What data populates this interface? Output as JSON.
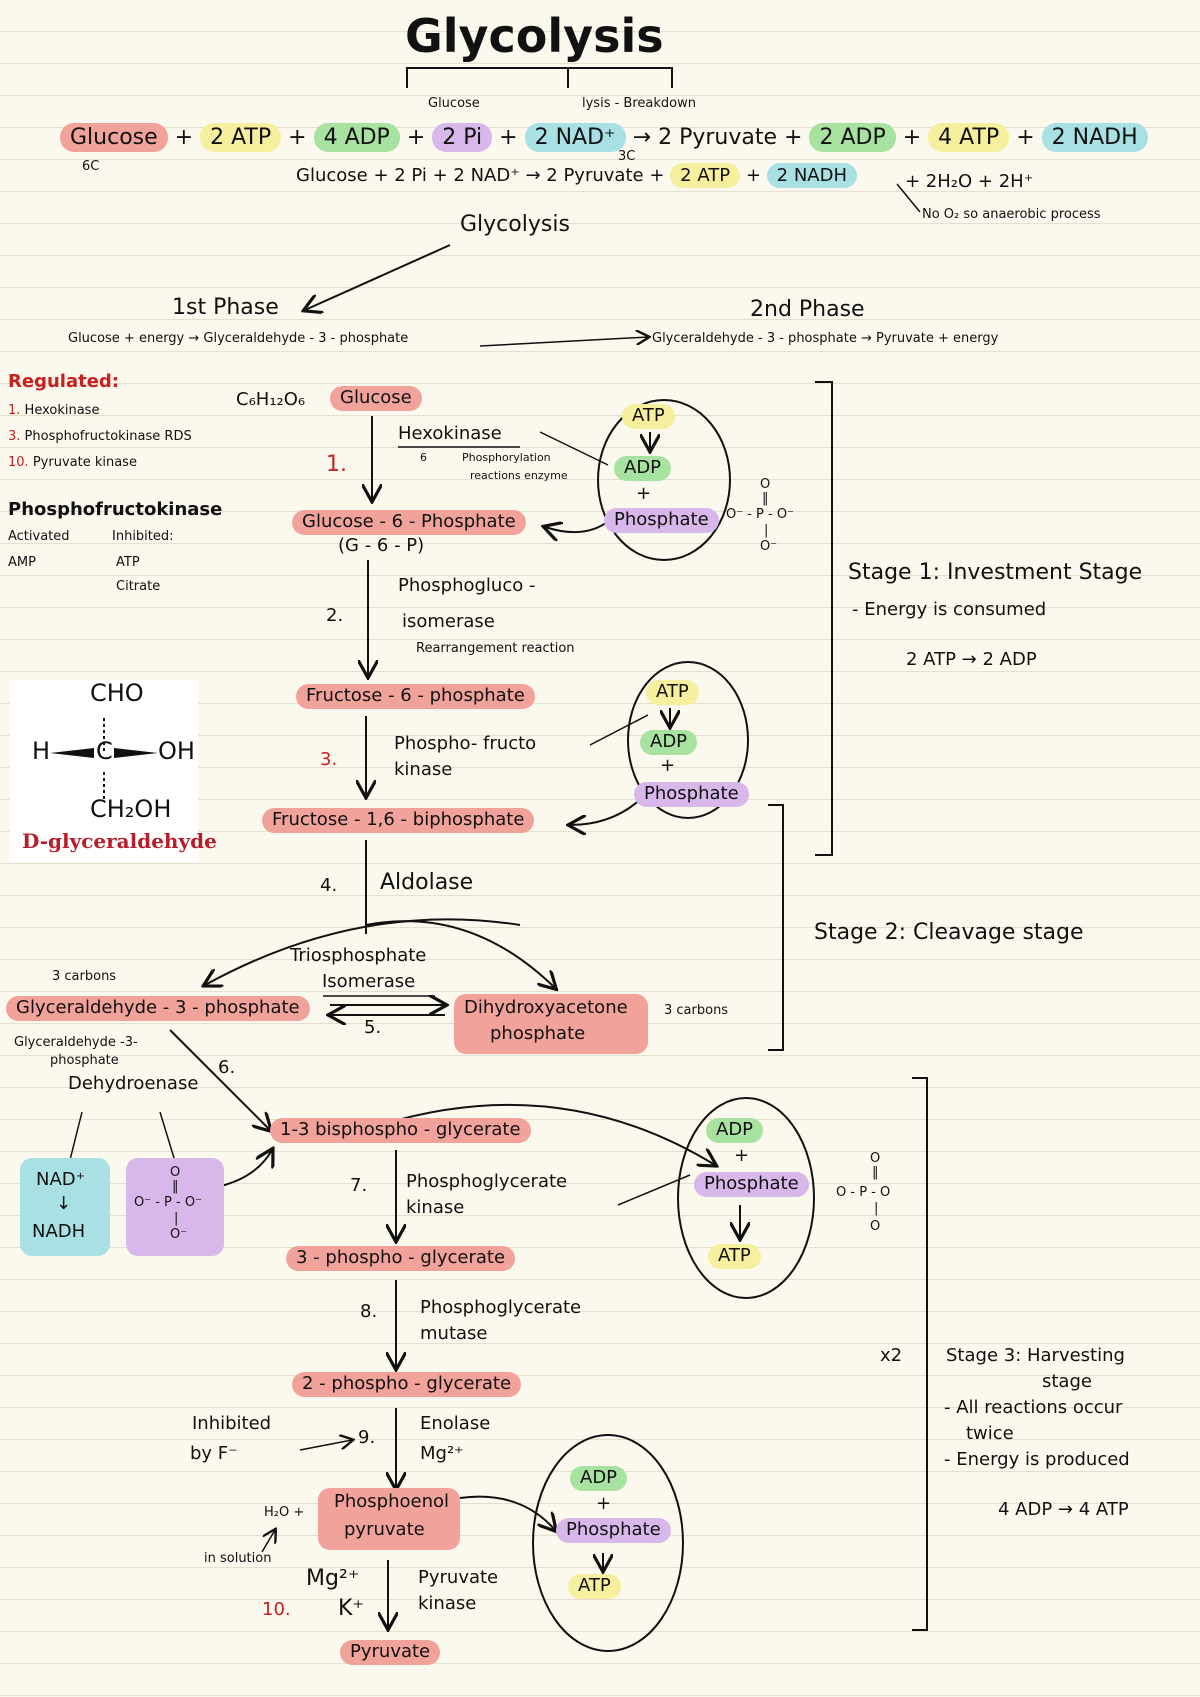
{
  "title": "Glycolysis",
  "etymology": {
    "part1": "Glucose",
    "part2": "lysis - Breakdown"
  },
  "eq1": {
    "glucose": "Glucose",
    "plus1": "+",
    "atp": "2 ATP",
    "plus2": "+",
    "adp": "4 ADP",
    "plus3": "+",
    "pi": "2 Pi",
    "plus4": "+",
    "nad": "2 NAD⁺",
    "arrow": "→",
    "pyruvate": "2 Pyruvate",
    "plus5": "+",
    "adp2": "2 ADP",
    "plus6": "+",
    "atp2": "4 ATP",
    "plus7": "+",
    "nadh": "2 NADH",
    "carbons6": "6C",
    "carbons3": "3C"
  },
  "eq2": {
    "lhs": "Glucose + 2 Pi + 2 NAD⁺",
    "arrow": "→",
    "pyruvate": "2 Pyruvate",
    "plus1": "+",
    "atp": "2 ATP",
    "plus2": "+",
    "nadh": "2 NADH",
    "water": "+ 2H₂O + 2H⁺",
    "note": "No O₂ so anaerobic process"
  },
  "overview": {
    "glycolysis": "Glycolysis",
    "phase1": "1st Phase",
    "phase1_text": "Glucose + energy → Glyceraldehyde - 3 - phosphate",
    "phase2": "2nd Phase",
    "phase2_text": "Glyceraldehyde - 3 - phosphate → Pyruvate + energy"
  },
  "regulated": {
    "heading": "Regulated:",
    "items": [
      {
        "num": "1.",
        "text": "Hexokinase"
      },
      {
        "num": "3.",
        "text": "Phosphofructokinase  RDS"
      },
      {
        "num": "10.",
        "text": "Pyruvate kinase"
      }
    ]
  },
  "pfk": {
    "heading": "Phosphofructokinase",
    "activated": "Activated",
    "inhibited": "Inhibited:",
    "act1": "AMP",
    "inh1": "ATP",
    "inh2": "Citrate"
  },
  "formula": "C₆H₁₂O₆",
  "molecule": {
    "top": "CHO",
    "left": "H",
    "center": "C",
    "right": "OH",
    "bottom": "CH₂OH",
    "name": "D-glyceraldehyde"
  },
  "steps": {
    "s1": {
      "num": "1.",
      "enzyme": "Hexokinase",
      "note_num": "6",
      "note": "Phosphorylation",
      "note2": "reactions enzyme"
    },
    "s2": {
      "num": "2.",
      "enzyme1": "Phosphogluco -",
      "enzyme2": "isomerase",
      "note": "Rearrangement reaction"
    },
    "s3": {
      "num": "3.",
      "enzyme1": "Phospho- fructo",
      "enzyme2": "kinase"
    },
    "s4": {
      "num": "4.",
      "enzyme": "Aldolase"
    },
    "s5": {
      "num": "5.",
      "enzyme1": "Triosphosphate",
      "enzyme2": "Isomerase"
    },
    "s6": {
      "num": "6.",
      "enzyme1": "Glyceraldehyde -3-",
      "enzyme2": "phosphate",
      "enzyme3": "Dehydroenase"
    },
    "s7": {
      "num": "7.",
      "enzyme1": "Phosphoglycerate",
      "enzyme2": "kinase"
    },
    "s8": {
      "num": "8.",
      "enzyme1": "Phosphoglycerate",
      "enzyme2": "mutase"
    },
    "s9": {
      "num": "9.",
      "enzyme": "Enolase",
      "cofactor": "Mg²⁺",
      "inhibited": "Inhibited",
      "by": "by F⁻"
    },
    "s10": {
      "num": "10.",
      "enzyme1": "Pyruvate",
      "enzyme2": "kinase",
      "cofactor1": "Mg²⁺",
      "cofactor2": "K⁺",
      "water": "H₂O +",
      "solution": "in solution"
    }
  },
  "metabolites": {
    "glucose": "Glucose",
    "g6p": "Glucose - 6 - Phosphate",
    "g6p_abbr": "(G - 6 - P)",
    "f6p": "Fructose - 6 - phosphate",
    "f16bp": "Fructose - 1,6 - biphosphate",
    "g3p": "Glyceraldehyde - 3 - phosphate",
    "g3p_carbons": "3 carbons",
    "dhap1": "Dihydroxyacetone",
    "dhap2": "phosphate",
    "dhap_carbons": "3 carbons",
    "bpg": "1-3 bisphospho - glycerate",
    "pg3": "3 - phospho - glycerate",
    "pg2": "2 - phospho - glycerate",
    "pep1": "Phosphoenol",
    "pep2": "pyruvate",
    "pyruvate": "Pyruvate"
  },
  "cycles": {
    "c1": {
      "atp": "ATP",
      "adp": "ADP",
      "plus": "+",
      "phosphate": "Phosphate"
    },
    "c2": {
      "atp": "ATP",
      "adp": "ADP",
      "plus": "+",
      "phosphate": "Phosphate"
    },
    "c3": {
      "adp": "ADP",
      "plus": "+",
      "phosphate": "Phosphate",
      "atp": "ATP"
    },
    "c4": {
      "adp": "ADP",
      "plus": "+",
      "phosphate": "Phosphate",
      "atp": "ATP"
    }
  },
  "phosphate_struct": {
    "o_top": "O",
    "dbl": "‖",
    "row": "O⁻ - P - O⁻",
    "bar": "|",
    "o_bot": "O⁻"
  },
  "phosphate_struct2": {
    "o_top": "O",
    "dbl": "‖",
    "row": "O - P - O",
    "bar": "|",
    "o_bot": "O"
  },
  "nad_box": {
    "nad": "NAD⁺",
    "arrow": "↓",
    "nadh": "NADH"
  },
  "pi_box": {
    "o_top": "O",
    "dbl": "‖",
    "row": "O⁻ - P - O⁻",
    "bar": "|",
    "o_bot": "O⁻"
  },
  "stages": {
    "s1_title": "Stage  1: Investment  Stage",
    "s1_line1": "- Energy is consumed",
    "s1_line2": "2 ATP → 2  ADP",
    "s2_title": "Stage  2: Cleavage stage",
    "s3_title1": "Stage  3: Harvesting",
    "s3_title2": "stage",
    "s3_line1": "- All reactions occur",
    "s3_line2": "twice",
    "s3_line3": "- Energy is produced",
    "s3_line4": "4 ADP → 4 ATP",
    "x2": "x2"
  }
}
